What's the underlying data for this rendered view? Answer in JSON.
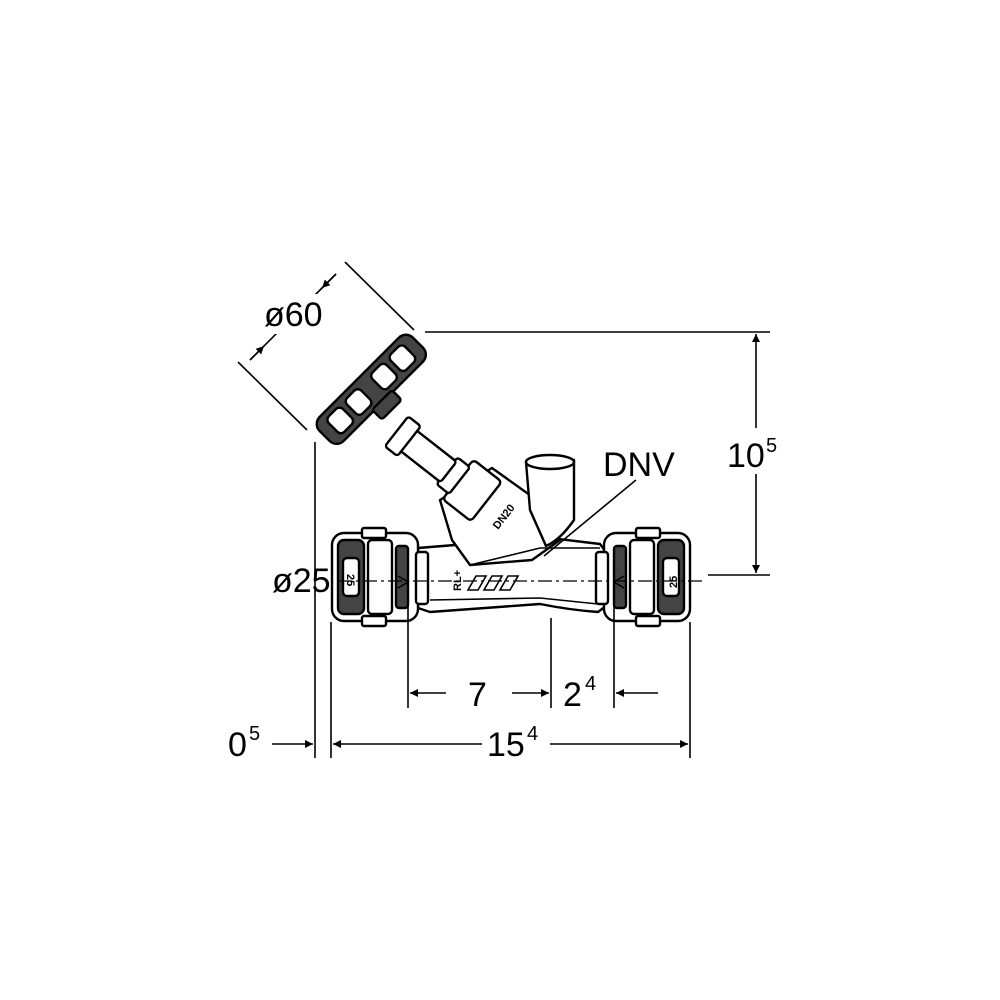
{
  "dimensions": {
    "handwheel_diameter": "ø60",
    "pipe_diameter": "ø25",
    "height_main": "10",
    "height_sup": "5",
    "offset_main": "0",
    "offset_sup": "5",
    "length_main": "15",
    "length_sup": "4",
    "segment_left": "7",
    "segment_right_main": "2",
    "segment_right_sup": "4"
  },
  "labels": {
    "product_code": "DNV",
    "body_marking": "DN20",
    "left_coupling_marking": "25",
    "right_coupling_marking": "25"
  }
}
